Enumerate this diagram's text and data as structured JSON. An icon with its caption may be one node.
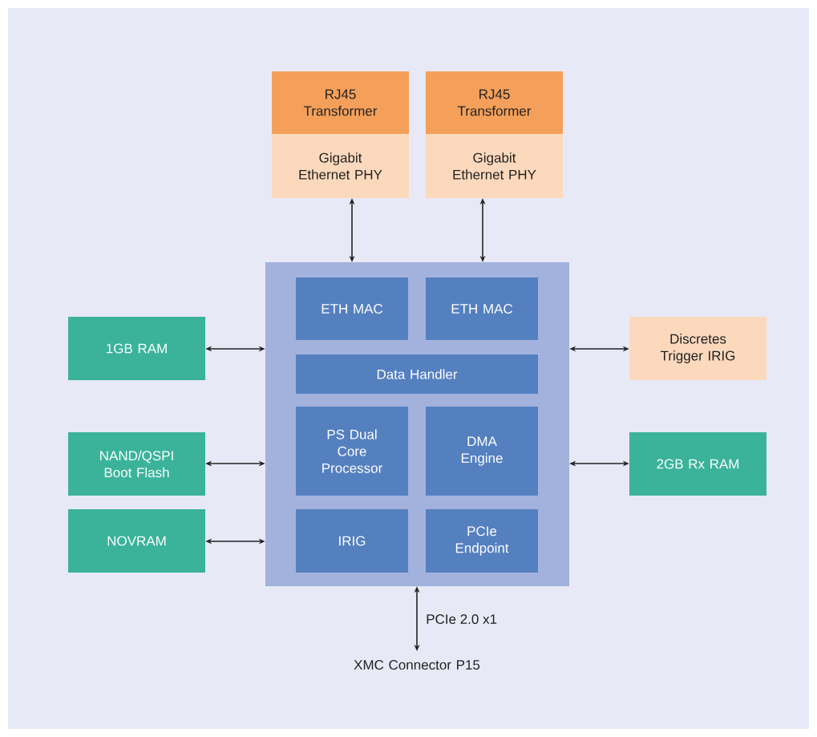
{
  "diagram": {
    "nodes": [
      {
        "text": [
          "RJ45 Transformer"
        ]
      },
      {
        "text": [
          "Gigabit Ethernet PHY"
        ]
      },
      {
        "text": [
          "RJ45 Transformer"
        ]
      },
      {
        "text": [
          "Gigabit Ethernet PHY"
        ]
      },
      {
        "text": [],
        "shape": "box"
      },
      {
        "text": [
          "ETH MAC"
        ],
        "in": 4
      },
      {
        "text": [
          "ETH MAC"
        ],
        "in": 4
      },
      {
        "text": [
          "Data Handler"
        ],
        "in": 4
      },
      {
        "text": [
          "PS Dual Core Processor"
        ],
        "in": 4
      },
      {
        "text": [
          "DMA Engine"
        ],
        "in": 4
      },
      {
        "text": [
          "IRIG"
        ],
        "in": 4
      },
      {
        "text": [
          "PCIe Endpoint"
        ],
        "in": 4
      },
      {
        "text": [
          "1GB RAM"
        ]
      },
      {
        "text": [
          "Discretes Trigger IRIG"
        ]
      },
      {
        "text": [
          "NAND/QSPI Boot Flash"
        ]
      },
      {
        "text": [
          "2GB Rx RAM"
        ]
      },
      {
        "text": [
          "NOVRAM"
        ]
      },
      {
        "text": [
          "XMC Connector P15"
        ]
      }
    ],
    "edges": [
      {
        "from": 1,
        "to": 4,
        "arrow": "both"
      },
      {
        "from": 3,
        "to": 4,
        "arrow": "both"
      },
      {
        "from": 12,
        "to": 4,
        "arrow": "both"
      },
      {
        "from": 13,
        "to": 4,
        "arrow": "both"
      },
      {
        "from": 14,
        "to": 4,
        "arrow": "both"
      },
      {
        "from": 15,
        "to": 4,
        "arrow": "both"
      },
      {
        "from": 16,
        "to": 4,
        "arrow": "both"
      },
      {
        "from": 4,
        "to": 17,
        "label": "PCIe 2.0 x1",
        "arrow": "both"
      }
    ]
  }
}
